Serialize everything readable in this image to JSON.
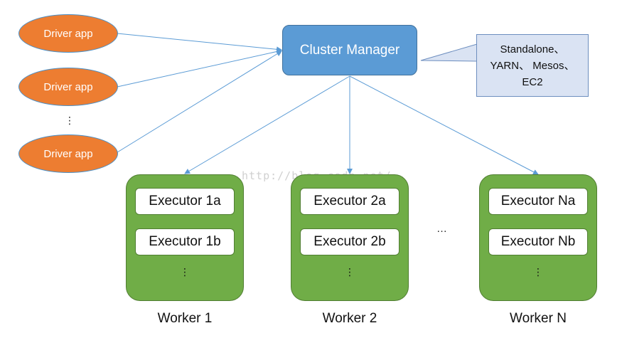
{
  "drivers": [
    {
      "label": "Driver app"
    },
    {
      "label": "Driver app"
    },
    {
      "label": "Driver app"
    }
  ],
  "driver_ellipsis": "⋮",
  "cluster_manager": {
    "label": "Cluster Manager"
  },
  "callout": {
    "line1": "Standalone、",
    "line2": "YARN、 Mesos、",
    "line3": "EC2"
  },
  "workers": [
    {
      "label": "Worker 1",
      "executor_a": "Executor 1a",
      "executor_b": "Executor 1b",
      "ellipsis": "⋮"
    },
    {
      "label": "Worker 2",
      "executor_a": "Executor 2a",
      "executor_b": "Executor 2b",
      "ellipsis": "⋮"
    },
    {
      "label": "Worker N",
      "executor_a": "Executor Na",
      "executor_b": "Executor Nb",
      "ellipsis": "⋮"
    }
  ],
  "worker_ellipsis": "…",
  "watermark": "http://blog.csdn.net/",
  "colors": {
    "driver_fill": "#ED7D31",
    "cluster_manager_fill": "#5B9BD5",
    "callout_fill": "#DAE3F3",
    "worker_fill": "#70AD47",
    "arrow": "#5B9BD5"
  }
}
